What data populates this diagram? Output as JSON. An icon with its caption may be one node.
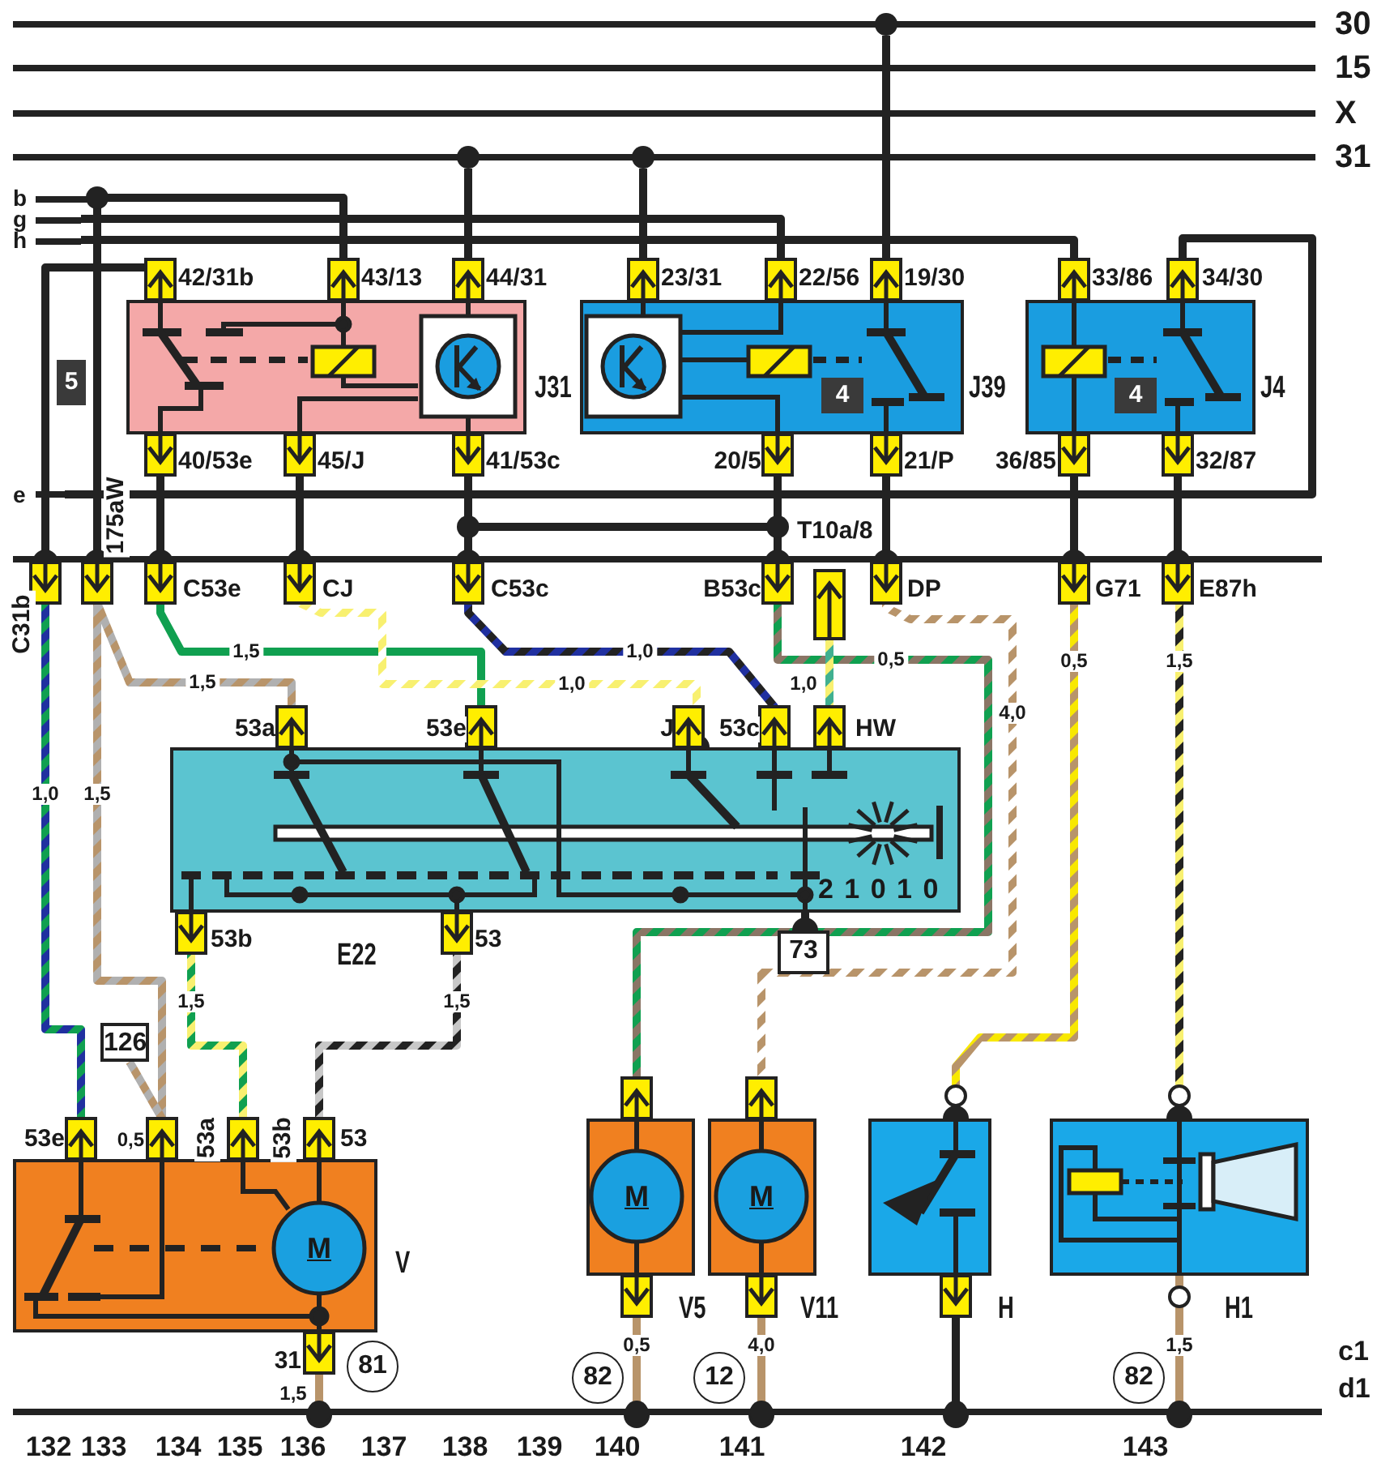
{
  "diagram": {
    "nodes": [
      {
        "text": [
          "30"
        ]
      },
      {
        "text": [
          "15"
        ]
      },
      {
        "text": [
          "X"
        ]
      },
      {
        "text": [
          "31"
        ]
      },
      {
        "text": [
          "b"
        ]
      },
      {
        "text": [
          "g"
        ]
      },
      {
        "text": [
          "h"
        ]
      },
      {
        "text": [
          "J31"
        ]
      },
      {
        "text": [
          "4",
          "J39"
        ]
      },
      {
        "text": [
          "4",
          "J4"
        ]
      },
      {
        "text": [
          "e"
        ]
      },
      {
        "text": [],
        "shape": "bar"
      },
      {
        "text": [
          "E22",
          "2 1 0 1 0"
        ]
      },
      {
        "text": [
          "73"
        ]
      },
      {
        "text": [
          "126"
        ]
      },
      {
        "text": [
          "V",
          "M"
        ]
      },
      {
        "text": [
          "V5",
          "M"
        ]
      },
      {
        "text": [
          "V11",
          "M"
        ]
      },
      {
        "text": [
          "H"
        ]
      },
      {
        "text": [
          "H1"
        ]
      },
      {
        "text": [],
        "shape": "bar"
      }
    ],
    "edges": [
      {
        "from": 0,
        "to": 8,
        "arrow": "other"
      },
      {
        "from": 3,
        "to": 7,
        "arrow": "other"
      },
      {
        "from": 3,
        "to": 8,
        "arrow": "other"
      },
      {
        "from": 4,
        "to": 7,
        "arrow": "other"
      },
      {
        "from": 5,
        "to": 8,
        "arrow": "other"
      },
      {
        "from": 6,
        "to": 9,
        "arrow": "other"
      },
      {
        "from": 10,
        "to": 9,
        "arrow": "other"
      },
      {
        "from": 4,
        "to": 11,
        "arrow": "other"
      },
      {
        "from": 7,
        "to": 11,
        "arrow": "other"
      },
      {
        "from": 7,
        "to": 11,
        "arrow": "other"
      },
      {
        "from": 7,
        "to": 11,
        "arrow": "other"
      },
      {
        "from": 7,
        "to": 11,
        "arrow": "other"
      },
      {
        "from": 7,
        "to": 8,
        "arrow": "other"
      },
      {
        "from": 8,
        "to": 11,
        "arrow": "other"
      },
      {
        "from": 8,
        "to": 11,
        "arrow": "other"
      },
      {
        "from": 9,
        "to": 11,
        "arrow": "other"
      },
      {
        "from": 9,
        "to": 11,
        "arrow": "other"
      },
      {
        "from": 11,
        "to": 15,
        "arrow": "other",
        "label": "1,0",
        "color": "#2030a0"
      },
      {
        "from": 11,
        "to": 12,
        "arrow": "other",
        "label": "1,5",
        "color": "#10a050"
      },
      {
        "from": 11,
        "to": 12,
        "arrow": "other",
        "label": "1,5",
        "color": "#b0b0b0"
      },
      {
        "from": 11,
        "to": 15,
        "arrow": "other",
        "label": "1,5",
        "color": "#b0b0b0"
      },
      {
        "from": 11,
        "to": 12,
        "arrow": "other",
        "label": "1,0",
        "color": "#f8f070"
      },
      {
        "from": 11,
        "to": 12,
        "arrow": "other",
        "label": "1,0",
        "color": "#2030a0"
      },
      {
        "from": 11,
        "to": 16,
        "arrow": "other",
        "label": "0,5",
        "color": "#8a7565"
      },
      {
        "from": null,
        "to": 12,
        "arrow": "other",
        "label": "1,0",
        "color": "#40b090"
      },
      {
        "from": 11,
        "to": 17,
        "arrow": "other",
        "label": "4,0",
        "color": "#b8946a"
      },
      {
        "from": 11,
        "to": 18,
        "arrow": "other",
        "label": "0,5",
        "color": "#f8e800"
      },
      {
        "from": 11,
        "to": 19,
        "arrow": "other",
        "label": "1,5",
        "color": "#f8f070"
      },
      {
        "from": 12,
        "to": 13,
        "arrow": "other"
      },
      {
        "from": 12,
        "to": 15,
        "arrow": "other",
        "label": "1,5",
        "color": "#10a050"
      },
      {
        "from": 12,
        "to": 15,
        "arrow": "other",
        "label": "1,5",
        "color": "#c8c8c8"
      },
      {
        "from": 14,
        "to": 15,
        "arrow": "other",
        "color": "#b8946a"
      },
      {
        "from": 15,
        "to": 20,
        "arrow": "other",
        "label": "1,5",
        "color": "#b8946a"
      },
      {
        "from": 16,
        "to": 20,
        "arrow": "other",
        "label": "0,5",
        "color": "#b8946a"
      },
      {
        "from": 17,
        "to": 20,
        "arrow": "other",
        "label": "4,0",
        "color": "#b8946a"
      },
      {
        "from": 18,
        "to": 20,
        "arrow": "other"
      },
      {
        "from": 19,
        "to": 20,
        "arrow": "other",
        "label": "1,5",
        "color": "#b8946a"
      }
    ],
    "labels": [
      "42/31b",
      "43/13",
      "44/31",
      "23/31",
      "22/56",
      "19/30",
      "33/86",
      "34/30",
      "5",
      "40/53e",
      "45/J",
      "41/53c",
      "20/5",
      "21/P",
      "36/85",
      "32/87",
      "175aW",
      "T10a/8",
      "C31b",
      "C53e",
      "CJ",
      "C53c",
      "B53c",
      "DP",
      "G71",
      "E87h",
      "53a",
      "53e",
      "J",
      "53c",
      "HW",
      "53b",
      "53",
      "53e",
      "0,5",
      "53a",
      "53b",
      "53",
      "31",
      "81",
      "82",
      "12",
      "82",
      "c1",
      "d1",
      "132",
      "133",
      "134",
      "135",
      "136",
      "137",
      "138",
      "139",
      "140",
      "141",
      "142",
      "143"
    ]
  }
}
